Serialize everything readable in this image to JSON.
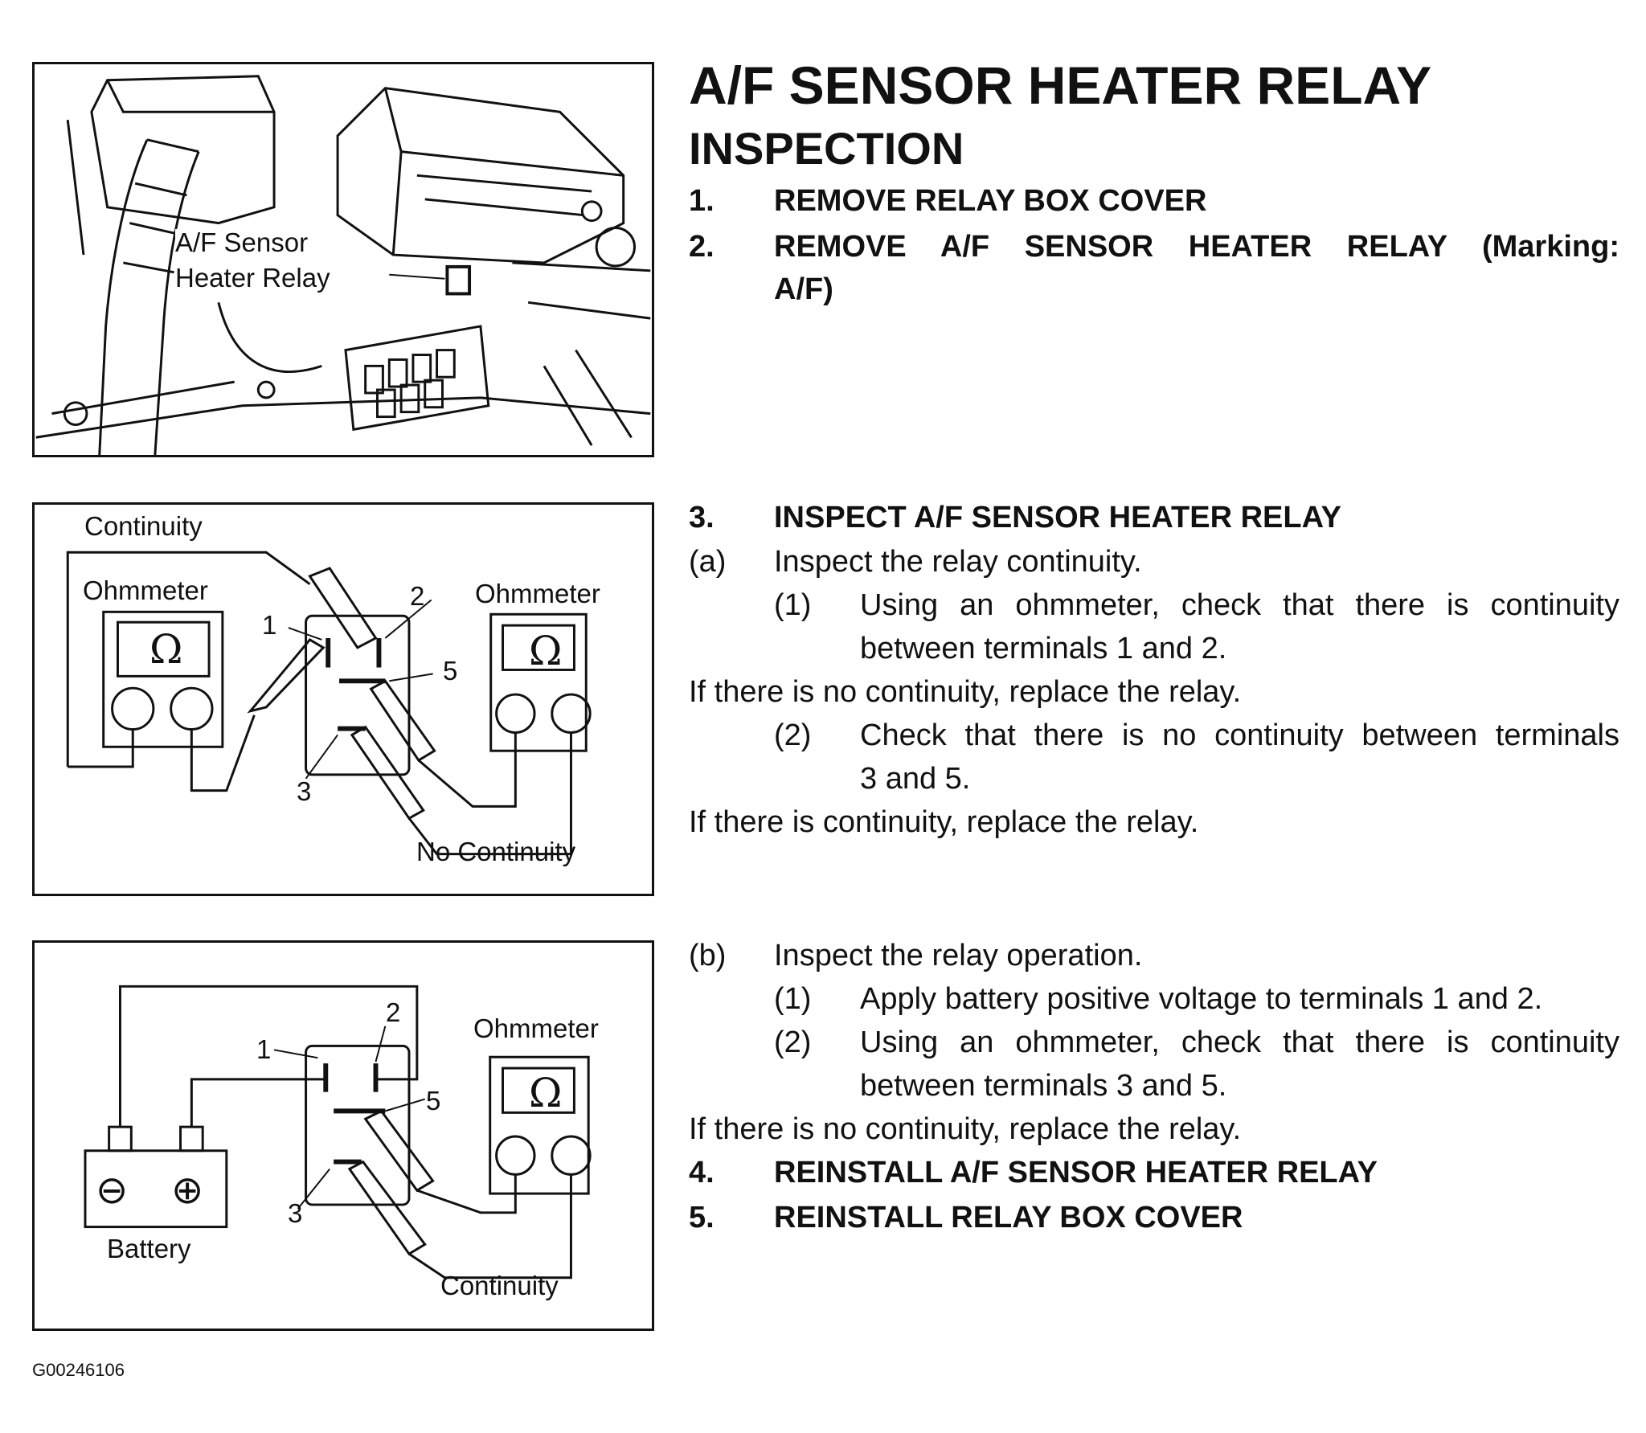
{
  "title": "A/F SENSOR HEATER RELAY",
  "subtitle": "INSPECTION",
  "steps": {
    "s1": {
      "num": "1.",
      "text": "REMOVE RELAY BOX COVER"
    },
    "s2": {
      "num": "2.",
      "text_line1": "REMOVE A/F SENSOR HEATER RELAY (Marking:",
      "text_line2": "A/F)"
    },
    "s3": {
      "num": "3.",
      "text": "INSPECT A/F SENSOR HEATER RELAY"
    },
    "a": {
      "mark": "(a)",
      "text": "Inspect the relay continuity."
    },
    "a1": {
      "mark": "(1)",
      "line1": "Using an ohmmeter, check that there is continuity",
      "line2": "between terminals 1 and 2."
    },
    "a1_note": "If there is no continuity, replace the relay.",
    "a2": {
      "mark": "(2)",
      "line1": "Check that there is no continuity between terminals",
      "line2": "3 and 5."
    },
    "a2_note": "If there is continuity, replace the relay.",
    "b": {
      "mark": "(b)",
      "text": "Inspect the relay operation."
    },
    "b1": {
      "mark": "(1)",
      "text": "Apply battery positive voltage to terminals 1 and 2."
    },
    "b2": {
      "mark": "(2)",
      "line1": "Using an ohmmeter, check that there is continuity",
      "line2": "between terminals 3 and 5."
    },
    "b_note": "If there is no continuity, replace the relay.",
    "s4": {
      "num": "4.",
      "text": "REINSTALL A/F SENSOR HEATER RELAY"
    },
    "s5": {
      "num": "5.",
      "text": "REINSTALL RELAY BOX COVER"
    }
  },
  "figure1": {
    "label_line1": "A/F Sensor",
    "label_line2": "Heater Relay"
  },
  "figure2": {
    "continuity": "Continuity",
    "ohmmeter_left": "Ohmmeter",
    "ohmmeter_right": "Ohmmeter",
    "no_continuity": "No Continuity",
    "t1": "1",
    "t2": "2",
    "t3": "3",
    "t5": "5",
    "omega": "Ω"
  },
  "figure3": {
    "ohmmeter": "Ohmmeter",
    "battery": "Battery",
    "continuity": "Continuity",
    "t1": "1",
    "t2": "2",
    "t3": "3",
    "t5": "5",
    "omega": "Ω",
    "minus": "⊖",
    "plus": "⊕"
  },
  "footer_code": "G00246106"
}
